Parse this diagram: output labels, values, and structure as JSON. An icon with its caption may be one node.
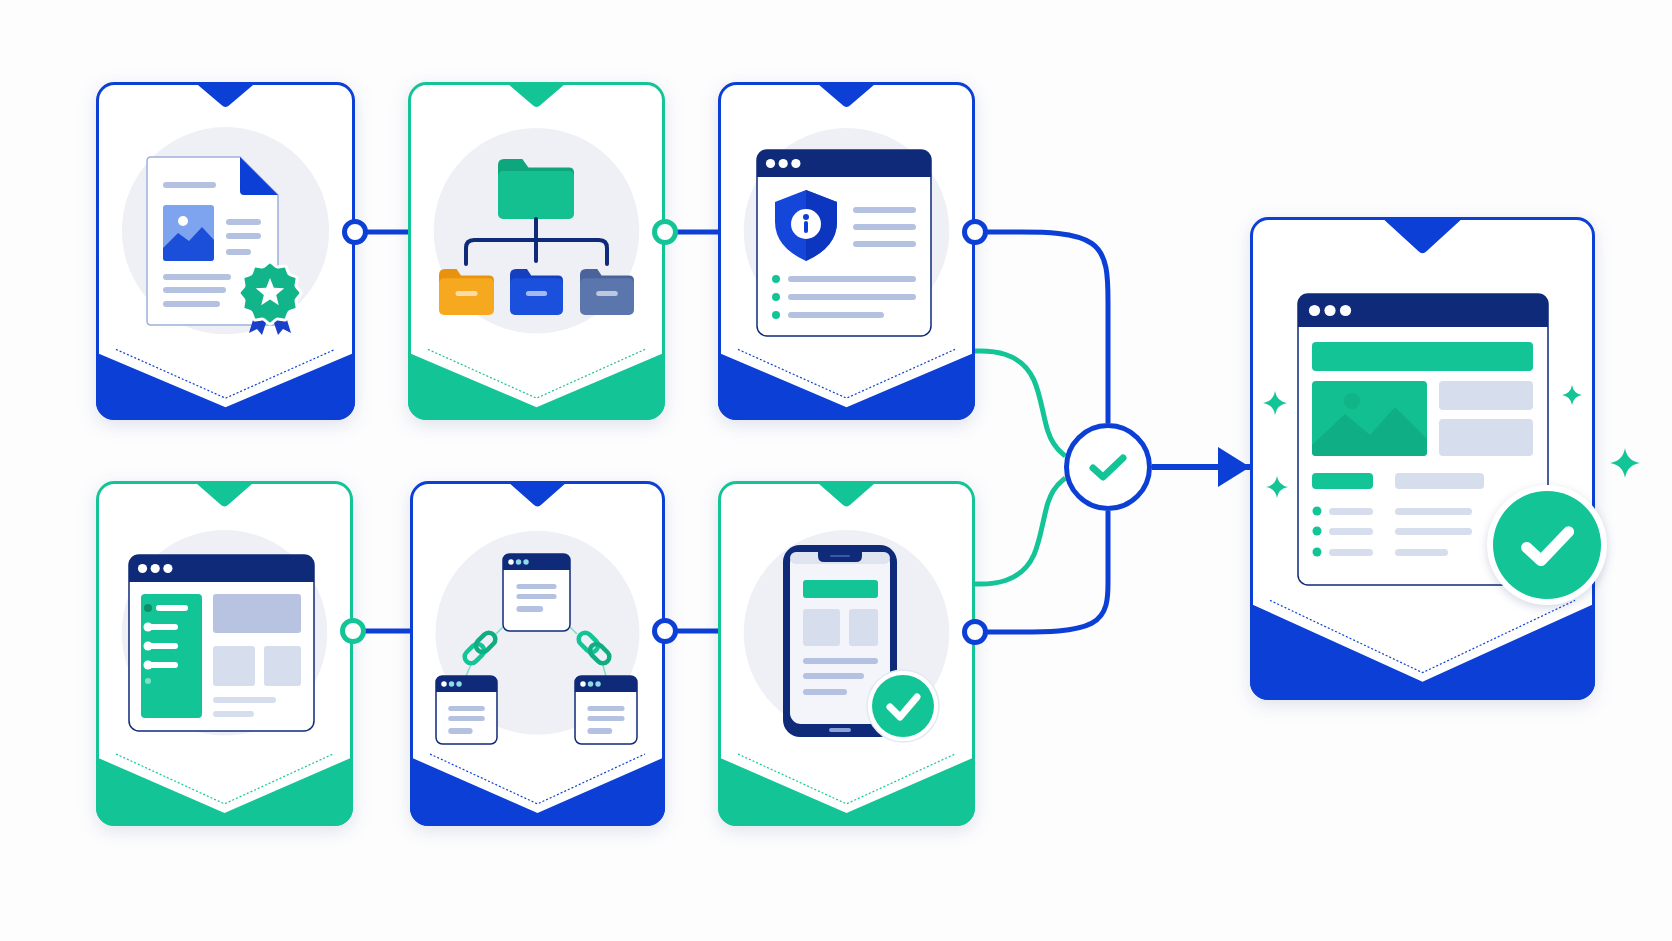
{
  "diagram": {
    "nodes": [
      {
        "text": [],
        "shape": "picture"
      },
      {
        "text": [],
        "shape": "picture"
      },
      {
        "text": [],
        "shape": "picture"
      },
      {
        "text": [],
        "shape": "picture"
      },
      {
        "text": [],
        "shape": "picture"
      },
      {
        "text": [],
        "shape": "picture"
      },
      {
        "text": [],
        "shape": "circle"
      },
      {
        "text": [],
        "shape": "picture"
      }
    ],
    "edges": [
      {
        "from": 0,
        "to": 1,
        "arrow": "other"
      },
      {
        "from": 1,
        "to": 2,
        "arrow": "other"
      },
      {
        "from": 2,
        "to": 6,
        "arrow": "other"
      },
      {
        "from": 2,
        "to": 6,
        "arrow": "none",
        "color": "#13c596"
      },
      {
        "from": 3,
        "to": 4,
        "arrow": "other"
      },
      {
        "from": 4,
        "to": 5,
        "arrow": "other"
      },
      {
        "from": 5,
        "to": 6,
        "arrow": "none",
        "color": "#13c596"
      },
      {
        "from": 5,
        "to": 6,
        "arrow": "other"
      },
      {
        "from": 6,
        "to": 7,
        "arrow": "to"
      }
    ]
  }
}
